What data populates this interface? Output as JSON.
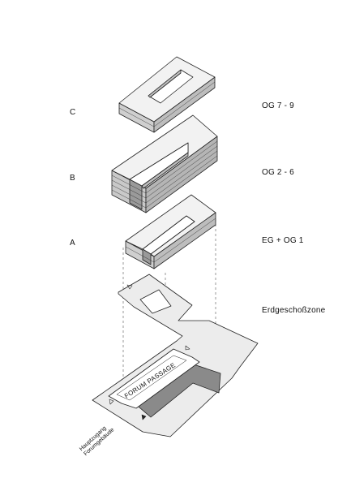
{
  "levels": {
    "c": "C",
    "b": "B",
    "a": "A"
  },
  "floors": {
    "c": "OG 7 - 9",
    "b": "OG 2 - 6",
    "a": "EG + OG 1",
    "ground": "Erdgeschoßzone"
  },
  "annotations": {
    "passage": "FORUM PASSAGE",
    "entrance_line1": "Hauptzugang",
    "entrance_line2": "Forumgebäude"
  },
  "colors": {
    "top_face": "#f2f2f2",
    "side_face": "#c9c9c9",
    "dark_area": "#8a8a8a",
    "ground_plate": "#ececec",
    "line": "#222222"
  }
}
